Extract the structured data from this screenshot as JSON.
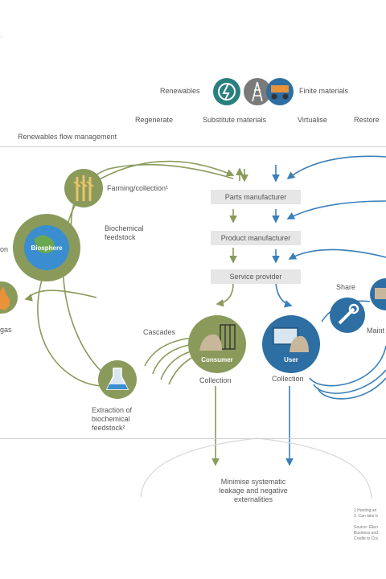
{
  "legend": {
    "renewables": "Renewables",
    "finite": "Finite materials"
  },
  "strategies": [
    "Regenerate",
    "Substitute materials",
    "Virtualise",
    "Restore"
  ],
  "flow_mgmt": "Renewables flow management",
  "boxes": {
    "parts": "Parts manufacturer",
    "product": "Product manufacturer",
    "service": "Service provider"
  },
  "nodes": {
    "farming": "Farming/collection¹",
    "biosphere": "Biosphere",
    "biochem": [
      "Biochemical",
      "feedstock"
    ],
    "left_cut_1": "on",
    "left_cut_2": "gas",
    "cascades": "Cascades",
    "consumer": "Consumer",
    "collection_left": "Collection",
    "user": "User",
    "collection_right": "Collection",
    "share": "Share",
    "maint": "Maint",
    "extraction": [
      "Extraction of",
      "biochemical",
      "feedstock²"
    ]
  },
  "bottom": [
    "Minimise systematic",
    "leakage and negative",
    "externalities"
  ],
  "footnotes": [
    "1 Hunting an",
    "2. Can take b",
    "",
    "Source: Ellen",
    "Business and",
    "Cradle to Cra"
  ],
  "colors": {
    "green": "#8a9a5b",
    "blue": "#3a7fba",
    "teal": "#2a7f7f",
    "grey_box": "#e6e6e6"
  }
}
